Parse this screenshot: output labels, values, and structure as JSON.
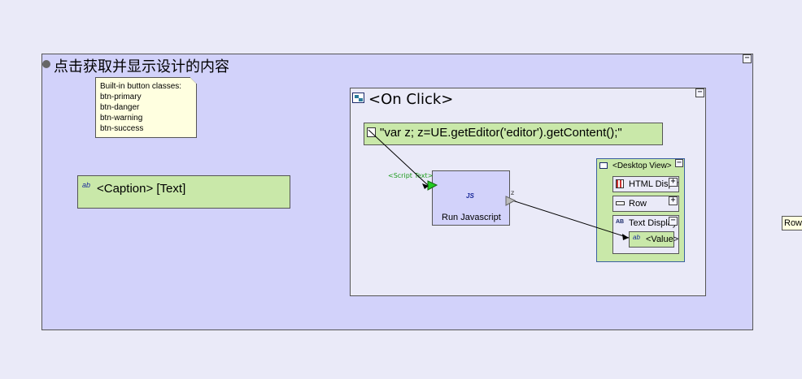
{
  "outer_panel": {
    "title": "点击获取并显示设计的内容",
    "minimize_glyph": "−"
  },
  "note": {
    "lines": [
      "Built-in button classes:",
      "btn-primary",
      "btn-danger",
      "btn-warning",
      "btn-success"
    ]
  },
  "caption_box": {
    "icon_text": "ab",
    "text": "<Caption> [Text]"
  },
  "on_click": {
    "title": "<On Click>",
    "minimize_glyph": "−",
    "script_text": "\"var z;  z=UE.getEditor('editor').getContent();\"",
    "run_js": {
      "icon_text": "JS",
      "label": "Run Javascript",
      "input_port_label": "<Script Text>",
      "output_port_label": "z"
    },
    "desktop_view": {
      "title": "<Desktop View>",
      "items": [
        {
          "label": "HTML Display",
          "expand_glyph": "+"
        },
        {
          "label": "Row",
          "expand_glyph": "+"
        },
        {
          "label": "Text Display",
          "expand_glyph": "−"
        }
      ],
      "value_item": {
        "icon_text": "ab",
        "label": "<Value>"
      }
    }
  },
  "tooltip": {
    "text": "Row"
  },
  "colors": {
    "panel_bg": "#d2d2fa",
    "green_box": "#c9e8a9",
    "note_bg": "#ffffe0",
    "port_green": "#22cc22",
    "port_gray": "#999999"
  }
}
